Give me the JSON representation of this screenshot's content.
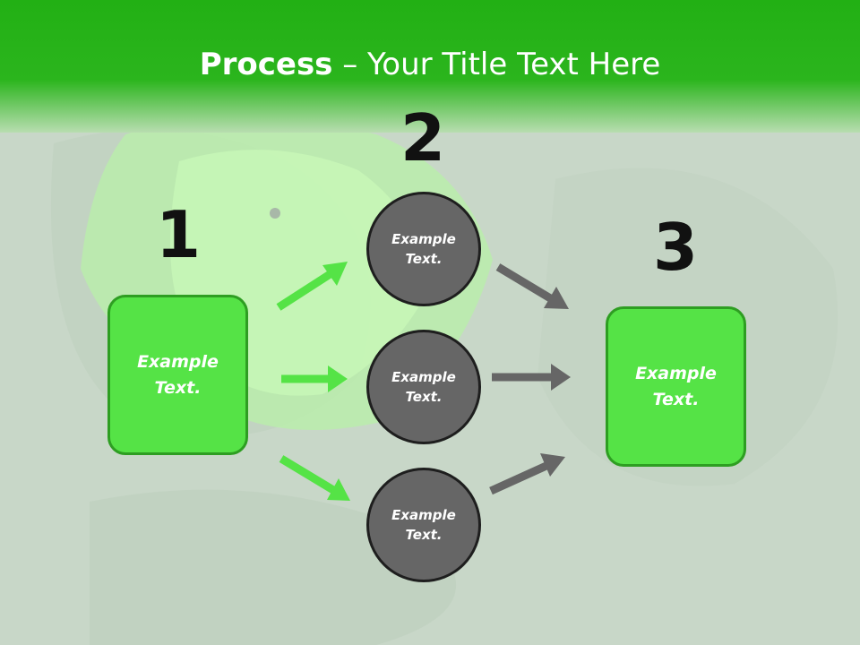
{
  "title": {
    "bold": "Process",
    "rest": " – Your Title Text Here"
  },
  "steps": {
    "one": "1",
    "two": "2",
    "three": "3"
  },
  "left_box": {
    "line1": "Example",
    "line2": "Text."
  },
  "right_box": {
    "line1": "Example",
    "line2": "Text."
  },
  "circles": [
    {
      "line1": "Example",
      "line2": "Text."
    },
    {
      "line1": "Example",
      "line2": "Text."
    },
    {
      "line1": "Example",
      "line2": "Text."
    }
  ],
  "colors": {
    "header_green": "#22b014",
    "box_green": "#55e346",
    "circle_gray": "#666666",
    "arrow_green": "#55e346",
    "arrow_gray": "#666666"
  }
}
